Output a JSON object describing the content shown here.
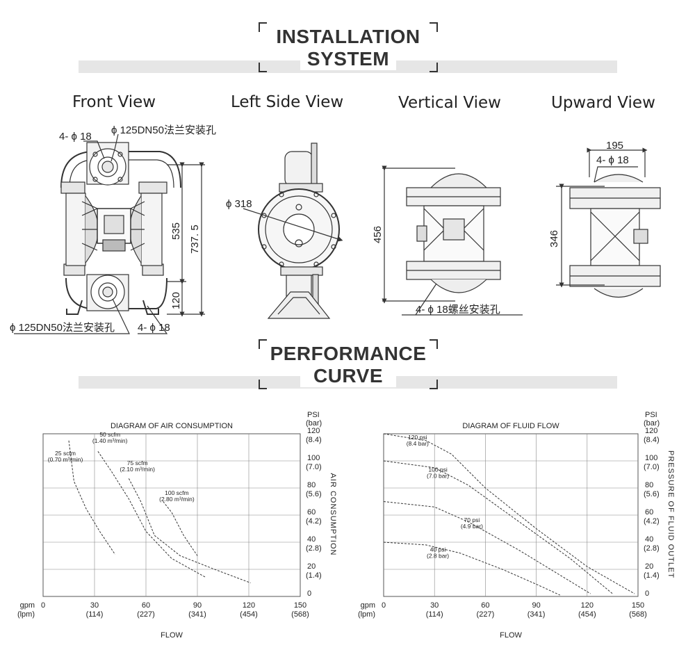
{
  "section1": {
    "line1": "INSTALLATION",
    "line2": "SYSTEM"
  },
  "section2": {
    "line1": "PERFORMANCE",
    "line2": "CURVE"
  },
  "views": {
    "front": "Front View",
    "left": "Left Side View",
    "vertical": "Vertical View",
    "upward": "Upward View"
  },
  "dims": {
    "front_holes_top": "4- ϕ 18",
    "front_flange_top": "ϕ 125DN50法兰安装孔",
    "front_535": "535",
    "front_7375": "737. 5",
    "front_120": "120",
    "front_flange_bottom": "ϕ 125DN50法兰安装孔",
    "front_holes_bottom": "4- ϕ 18",
    "left_318": "ϕ 318",
    "vertical_456": "456",
    "vertical_holes": "4- ϕ 18螺丝安装孔",
    "upward_195": "195",
    "upward_holes": "4- ϕ 18",
    "upward_346": "346"
  },
  "air_chart": {
    "title": "DIAGRAM OF AIR CONSUMPTION",
    "xlabel": "FLOW",
    "right_axis_label": "AIR CONSUMPTION",
    "unit_top": "PSI",
    "unit_bottom": "(bar)",
    "x_unit_top": "gpm",
    "x_unit_bottom": "(lpm)",
    "labels": [
      {
        "l1": "25 scfm",
        "l2": "(0.70 m³/min)"
      },
      {
        "l1": "50 scfm",
        "l2": "(1.40 m³/min)"
      },
      {
        "l1": "75 scfm",
        "l2": "(2.10 m³/min)"
      },
      {
        "l1": "100 scfm",
        "l2": "(2.80 m³/min)"
      }
    ]
  },
  "fluid_chart": {
    "title": "DIAGRAM OF FLUID FLOW",
    "xlabel": "FLOW",
    "right_axis_label": "PRESSURE OF FLUID OUTLET",
    "unit_top": "PSI",
    "unit_bottom": "(bar)",
    "x_unit_top": "gpm",
    "x_unit_bottom": "(lpm)",
    "labels": [
      {
        "l1": "120 psi",
        "l2": "(8.4 bar)"
      },
      {
        "l1": "100 psi",
        "l2": "(7.0 bar)"
      },
      {
        "l1": "70 psi",
        "l2": "(4.9 bar)"
      },
      {
        "l1": "40 psi",
        "l2": "(2.8 bar)"
      }
    ]
  },
  "chart_data": [
    {
      "type": "line",
      "title": "DIAGRAM OF AIR CONSUMPTION",
      "xlabel": "FLOW",
      "ylabel": "AIR CONSUMPTION",
      "x_ticks_gpm": [
        "0",
        "30",
        "60",
        "90",
        "120",
        "150"
      ],
      "x_ticks_lpm": [
        "",
        "(114)",
        "(227)",
        "(341)",
        "(454)",
        "(568)"
      ],
      "y_ticks_psi": [
        "120",
        "100",
        "80",
        "60",
        "40",
        "20",
        "0"
      ],
      "y_ticks_bar": [
        "(8.4)",
        "(7.0)",
        "(5.6)",
        "(4.2)",
        "(2.8)",
        "(1.4)",
        ""
      ],
      "xlim": [
        0,
        150
      ],
      "ylim": [
        0,
        120
      ],
      "grid": true,
      "series": [
        {
          "name": "25 scfm (0.70 m³/min)",
          "x": [
            15,
            16,
            18,
            25,
            33,
            42
          ],
          "y": [
            115,
            105,
            85,
            65,
            48,
            31
          ]
        },
        {
          "name": "50 scfm (1.40 m³/min)",
          "x": [
            32,
            40,
            50,
            60,
            75,
            95
          ],
          "y": [
            107,
            92,
            72,
            48,
            28,
            14
          ]
        },
        {
          "name": "75 scfm (2.10 m³/min)",
          "x": [
            50,
            57,
            65,
            80,
            100,
            121
          ],
          "y": [
            87,
            70,
            45,
            30,
            20,
            10
          ]
        },
        {
          "name": "100 scfm (2.80 m³/min)",
          "x": [
            70,
            75,
            82,
            90
          ],
          "y": [
            70,
            62,
            45,
            30
          ]
        }
      ]
    },
    {
      "type": "line",
      "title": "DIAGRAM OF FLUID FLOW",
      "xlabel": "FLOW",
      "ylabel": "PRESSURE OF FLUID OUTLET",
      "x_ticks_gpm": [
        "0",
        "30",
        "60",
        "90",
        "120",
        "150"
      ],
      "x_ticks_lpm": [
        "",
        "(114)",
        "(227)",
        "(341)",
        "(454)",
        "(568)"
      ],
      "y_ticks_psi": [
        "120",
        "100",
        "80",
        "60",
        "40",
        "20",
        "0"
      ],
      "y_ticks_bar": [
        "(8.4)",
        "(7.0)",
        "(5.6)",
        "(4.2)",
        "(2.8)",
        "(1.4)",
        ""
      ],
      "xlim": [
        0,
        150
      ],
      "ylim": [
        0,
        120
      ],
      "grid": true,
      "series": [
        {
          "name": "120 psi (8.4 bar)",
          "x": [
            0,
            25,
            40,
            60,
            90,
            120,
            148
          ],
          "y": [
            120,
            115,
            105,
            80,
            50,
            22,
            2
          ]
        },
        {
          "name": "100 psi (7.0 bar)",
          "x": [
            0,
            30,
            50,
            80,
            110,
            135
          ],
          "y": [
            100,
            95,
            82,
            55,
            28,
            2
          ]
        },
        {
          "name": "70 psi (4.9 bar)",
          "x": [
            0,
            30,
            50,
            80,
            105,
            122
          ],
          "y": [
            70,
            66,
            55,
            34,
            15,
            2
          ]
        },
        {
          "name": "40 psi (2.8 bar)",
          "x": [
            0,
            25,
            45,
            70,
            90,
            104
          ],
          "y": [
            40,
            38,
            32,
            20,
            9,
            1
          ]
        }
      ]
    }
  ]
}
